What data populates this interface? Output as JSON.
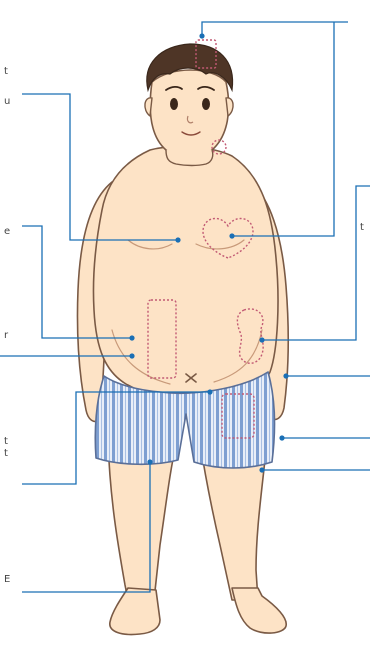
{
  "diagram": {
    "subject": "overweight-man-illustration",
    "edge_glyphs": {
      "left": [
        "t",
        "u",
        "e",
        "r",
        "t",
        "t",
        "E"
      ],
      "right": [
        "t"
      ]
    },
    "colors": {
      "skin": "#fde3c6",
      "skin_shadow": "#f3c9a4",
      "outline": "#7a5a45",
      "hair": "#4e3526",
      "leader_line": "#1a6fb5",
      "marker": "#c25a74",
      "shorts_base": "#e8eef8",
      "shorts_stripe": "#7e9fd1"
    },
    "markers": [
      {
        "name": "forehead-marker",
        "shape": "rect"
      },
      {
        "name": "jaw-marker",
        "shape": "circle"
      },
      {
        "name": "chest-heart-marker",
        "shape": "heart"
      },
      {
        "name": "belly-left-marker",
        "shape": "rect"
      },
      {
        "name": "belly-right-marker",
        "shape": "bean"
      },
      {
        "name": "navel-marker",
        "shape": "cross"
      },
      {
        "name": "hip-marker",
        "shape": "rect"
      }
    ]
  }
}
